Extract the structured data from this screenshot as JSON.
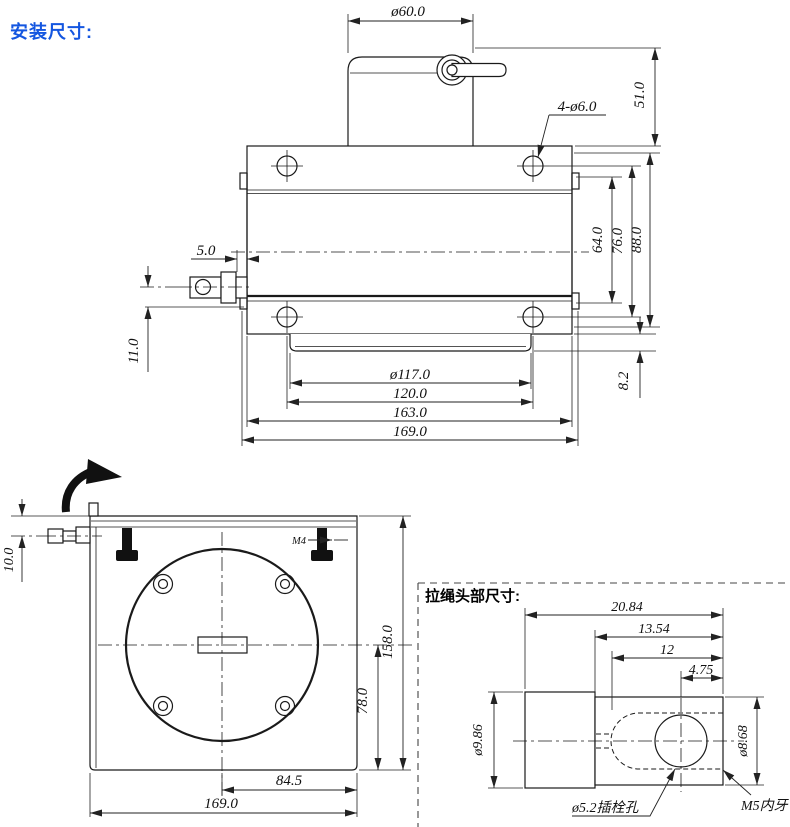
{
  "title": "安装尺寸:",
  "colors": {
    "accent": "#1456e0",
    "line": "#1a1a1a"
  },
  "front_view": {
    "dims": {
      "top_diameter": "ø60.0",
      "cable_height": "51.0",
      "mount_holes": "4-ø6.0",
      "rope_gap": "5.0",
      "rope_offset": "11.0",
      "inner_height": "64.0",
      "hole_pitch_v": "76.0",
      "body_height": "88.0",
      "boss_height": "8.2",
      "boss_diameter": "ø117.0",
      "hole_pitch_h": "120.0",
      "body_width": "163.0",
      "overall_width": "169.0"
    }
  },
  "bottom_view": {
    "dims": {
      "rope_offset": "10.0",
      "screw": "M4",
      "overall_height": "158.0",
      "center_to_edge_v": "78.0",
      "center_to_edge_h": "84.5",
      "overall_width": "169.0"
    }
  },
  "head_panel": {
    "title": "拉绳头部尺寸:",
    "dims": {
      "overall_length": "20.84",
      "body_length": "13.54",
      "slot_length": "12",
      "hole_offset": "4.75",
      "tip_diameter": "ø9.86",
      "body_diameter": "ø8.68",
      "pin_hole": "ø5.2插栓孔",
      "thread": "M5内牙"
    }
  }
}
